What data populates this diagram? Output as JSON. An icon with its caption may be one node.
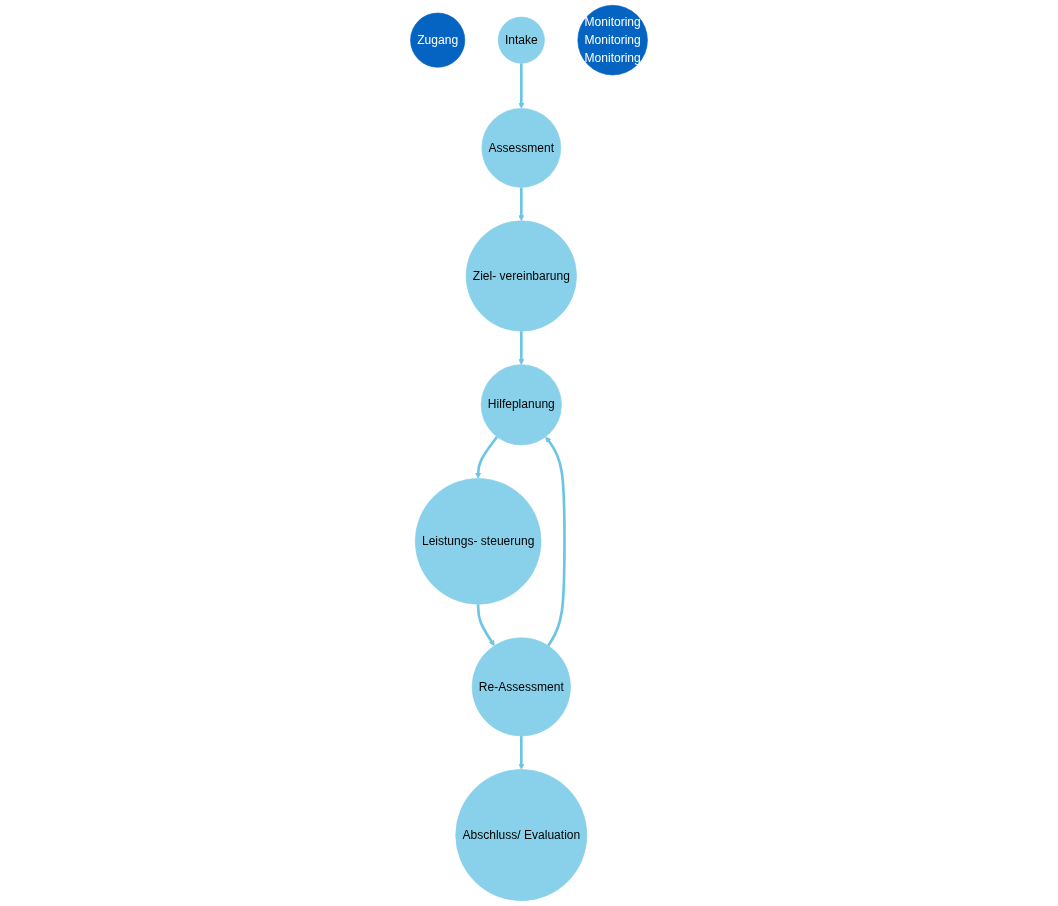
{
  "diagram": {
    "nodes": [
      {
        "text": [
          "Zugang"
        ]
      },
      {
        "text": [
          "Intake"
        ]
      },
      {
        "text": [
          "Assessment"
        ]
      },
      {
        "text": [
          "Ziel- vereinbarung"
        ]
      },
      {
        "text": [
          "Hilfeplanung"
        ]
      },
      {
        "text": [
          "Leistungs- steuerung"
        ]
      },
      {
        "text": [
          "Re-Assessment"
        ]
      },
      {
        "text": [
          "Abschluss/ Evaluation"
        ]
      },
      {
        "text": [
          "Monitoring",
          "Monitoring",
          "Monitoring"
        ]
      }
    ],
    "edges": [
      {
        "from": 1,
        "to": 2,
        "arrow": "to"
      },
      {
        "from": 2,
        "to": 3,
        "arrow": "to"
      },
      {
        "from": 3,
        "to": 4,
        "arrow": "to"
      },
      {
        "from": 4,
        "to": 5,
        "arrow": "to"
      },
      {
        "from": 5,
        "to": 6,
        "arrow": "to"
      },
      {
        "from": 6,
        "to": 4,
        "arrow": "to"
      },
      {
        "from": 6,
        "to": 7,
        "arrow": "to"
      }
    ]
  }
}
